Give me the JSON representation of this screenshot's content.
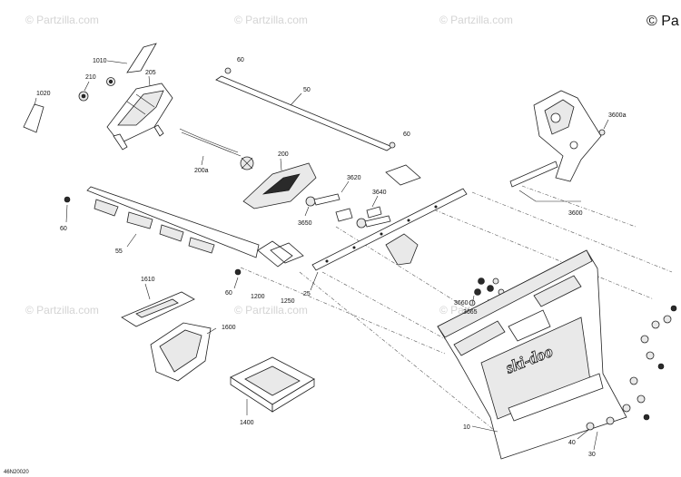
{
  "watermarks": [
    "© Partzilla.com",
    "© Partzilla.com",
    "© Partzilla.com",
    "© Partzilla.com",
    "© Partzilla.com",
    "© Partzilla.com"
  ],
  "corner_watermark": "© Pa",
  "diagram_code": "46N20020",
  "logo_text": "ski-doo",
  "callouts": {
    "c1010": "1010",
    "c210": "210",
    "c205": "205",
    "c1020": "1020",
    "c60a": "60",
    "c50": "50",
    "c60b": "60",
    "c200": "200",
    "c200a": "200a",
    "c3620": "3620",
    "c3640": "3640",
    "c3650": "3650",
    "c60c": "60",
    "c55": "55",
    "c60d": "60",
    "c1200": "1200",
    "c1250": "1250",
    "c25": "25",
    "c3600a": "3600a",
    "c3600": "3600",
    "c3660": "3660",
    "c3665": "3665",
    "c1610": "1610",
    "c1600": "1600",
    "c1400": "1400",
    "c10": "10",
    "c40": "40",
    "c30": "30"
  }
}
